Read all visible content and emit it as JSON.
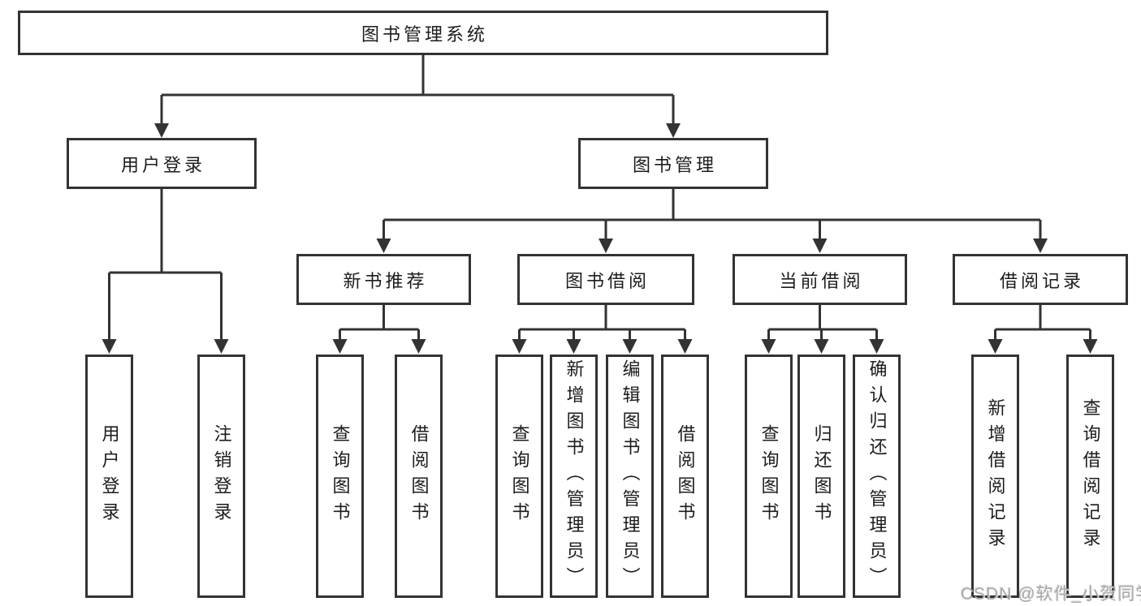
{
  "colors": {
    "line": "#333333",
    "box_border": "#333333",
    "box_fill": "#ffffff",
    "text": "#1c1c1c",
    "watermark": "#a9a9a9",
    "background": "#ffffff"
  },
  "watermark": "CSDN @软件_小贺同学",
  "tree": {
    "label": "图书管理系统",
    "children": [
      {
        "label": "用户登录",
        "children": [
          {
            "label": "用户登录"
          },
          {
            "label": "注销登录"
          }
        ]
      },
      {
        "label": "图书管理",
        "children": [
          {
            "label": "新书推荐",
            "children": [
              {
                "label": "查询图书"
              },
              {
                "label": "借阅图书"
              }
            ]
          },
          {
            "label": "图书借阅",
            "children": [
              {
                "label": "查询图书"
              },
              {
                "label": "新增图书（管理员）"
              },
              {
                "label": "编辑图书（管理员）"
              },
              {
                "label": "借阅图书"
              }
            ]
          },
          {
            "label": "当前借阅",
            "children": [
              {
                "label": "查询图书"
              },
              {
                "label": "归还图书"
              },
              {
                "label": "确认归还（管理员）"
              }
            ]
          },
          {
            "label": "借阅记录",
            "children": [
              {
                "label": "新增借阅记录"
              },
              {
                "label": "查询借阅记录"
              }
            ]
          }
        ]
      }
    ]
  }
}
